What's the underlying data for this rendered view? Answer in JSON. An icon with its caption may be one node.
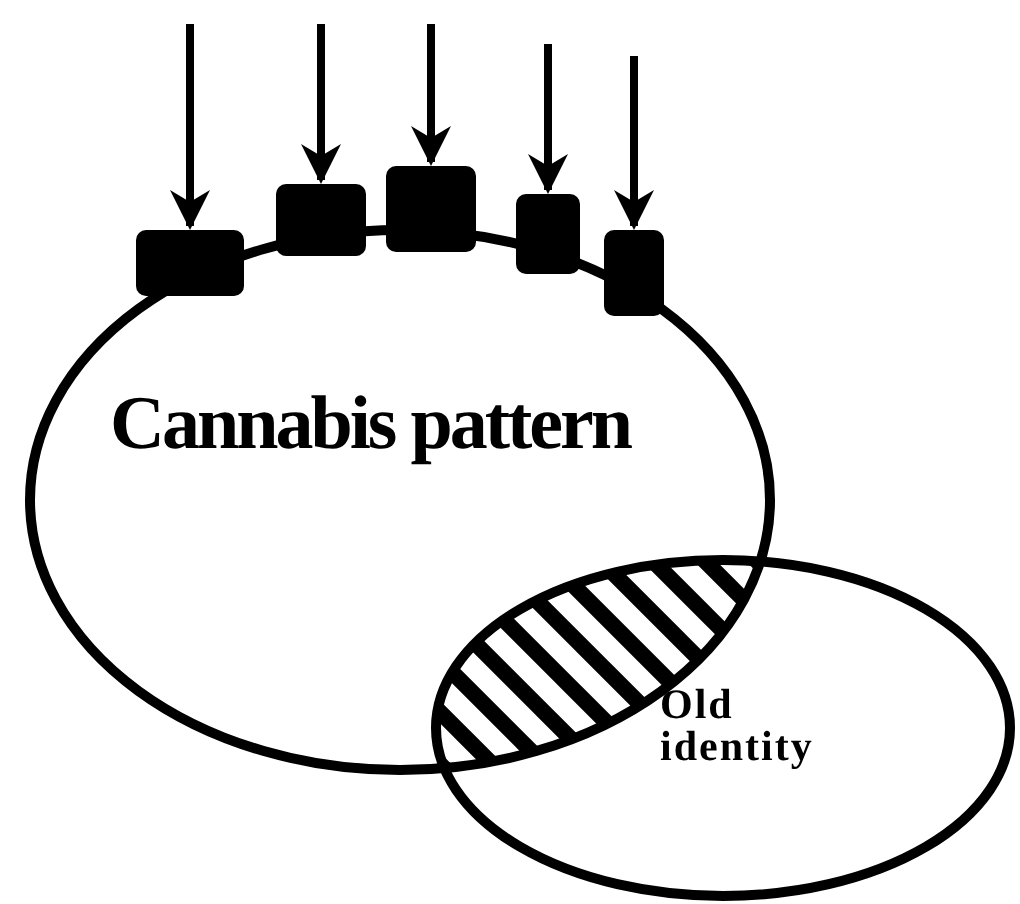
{
  "diagram": {
    "nodes": [
      {
        "text": [],
        "shape": "box"
      },
      {
        "text": [],
        "shape": "box"
      },
      {
        "text": [],
        "shape": "box"
      },
      {
        "text": [],
        "shape": "box"
      },
      {
        "text": [],
        "shape": "box"
      },
      {
        "text": [
          "Cannabis pattern"
        ]
      },
      {
        "text": [
          "Old identity"
        ]
      }
    ],
    "edges": [
      {
        "from": null,
        "to": 0,
        "arrow": "to"
      },
      {
        "from": null,
        "to": 1,
        "arrow": "to"
      },
      {
        "from": null,
        "to": 2,
        "arrow": "to"
      },
      {
        "from": null,
        "to": 3,
        "arrow": "to"
      },
      {
        "from": null,
        "to": 4,
        "arrow": "to"
      }
    ]
  }
}
